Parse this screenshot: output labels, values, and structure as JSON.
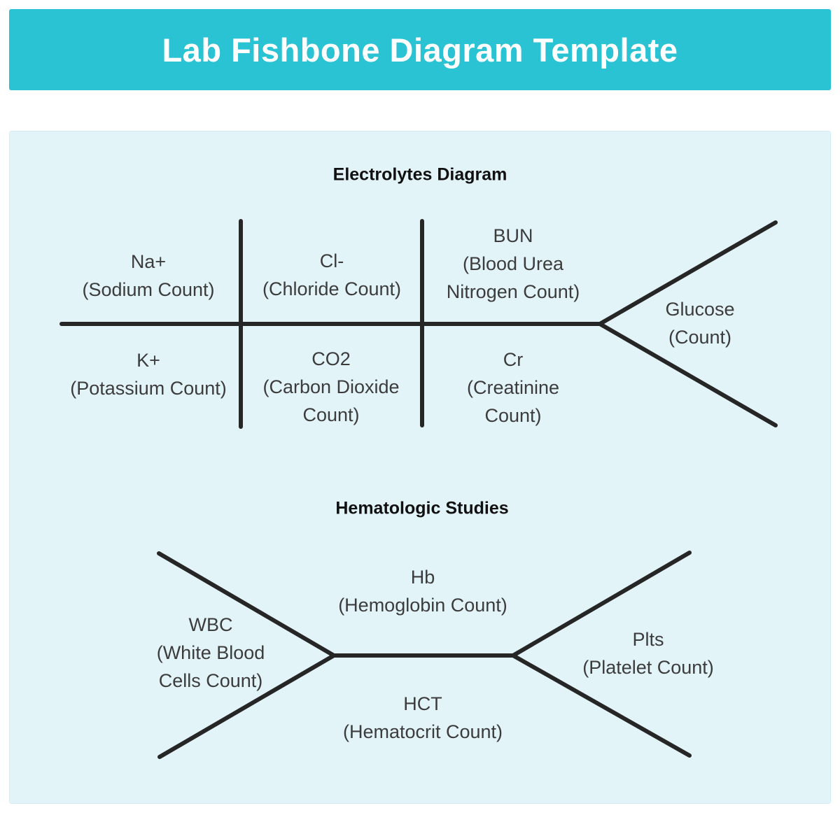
{
  "header": {
    "title": "Lab Fishbone Diagram Template"
  },
  "colors": {
    "header_bg": "#2ac3d4",
    "header_text": "#ffffff",
    "panel_bg": "#e3f4f9",
    "line_color": "#262626",
    "title_text": "#111111",
    "label_text": "#3c3c3c"
  },
  "electrolytes": {
    "title": "Electrolytes Diagram",
    "labels": {
      "na": {
        "lines": [
          "Na+",
          "(Sodium Count)"
        ]
      },
      "cl": {
        "lines": [
          "Cl-",
          "(Chloride Count)"
        ]
      },
      "bun": {
        "lines": [
          "BUN",
          "(Blood Urea",
          "Nitrogen Count)"
        ]
      },
      "k": {
        "lines": [
          "K+",
          "(Potassium Count)"
        ]
      },
      "co2": {
        "lines": [
          "CO2",
          "(Carbon Dioxide",
          "Count)"
        ]
      },
      "cr": {
        "lines": [
          "Cr",
          "(Creatinine",
          "Count)"
        ]
      },
      "glucose": {
        "lines": [
          "Glucose",
          "(Count)"
        ]
      }
    }
  },
  "hematologic": {
    "title": "Hematologic Studies",
    "labels": {
      "wbc": {
        "lines": [
          "WBC",
          "(White Blood",
          "Cells Count)"
        ]
      },
      "hb": {
        "lines": [
          "Hb",
          "(Hemoglobin Count)"
        ]
      },
      "hct": {
        "lines": [
          "HCT",
          "(Hematocrit Count)"
        ]
      },
      "plts": {
        "lines": [
          "Plts",
          "(Platelet Count)"
        ]
      }
    }
  }
}
